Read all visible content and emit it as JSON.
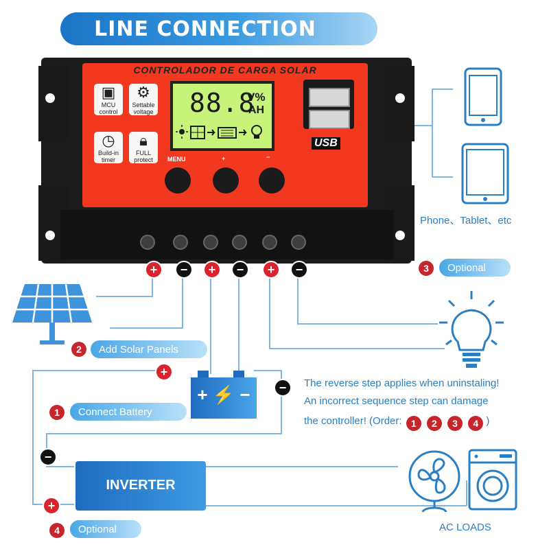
{
  "title": "LINE CONNECTION",
  "controller": {
    "brand": "CONTROLADOR DE CARGA SOLAR",
    "lcd_digits": "88.8",
    "lcd_unit_top": "V%",
    "lcd_unit_bottom": "AH",
    "usb_label": "USB",
    "features": [
      {
        "icon": "chip-icon",
        "label_line1": "MCU",
        "label_line2": "control"
      },
      {
        "icon": "gear-icon",
        "label_line1": "Settable",
        "label_line2": "voltage"
      },
      {
        "icon": "clock-icon",
        "label_line1": "Build-in",
        "label_line2": "timer"
      },
      {
        "icon": "lock-icon",
        "label_line1": "FULL",
        "label_line2": "protect"
      }
    ],
    "buttons": [
      {
        "label": "MENU"
      },
      {
        "label": "+"
      },
      {
        "label": "−"
      }
    ]
  },
  "devices_label": "Phone、Tablet、etc",
  "steps": [
    {
      "number": "1",
      "label": "Connect Battery"
    },
    {
      "number": "2",
      "label": "Add Solar Panels"
    },
    {
      "number": "3",
      "label": "Optional"
    },
    {
      "number": "4",
      "label": "Optional"
    }
  ],
  "warning": {
    "line1": "The reverse step applies when uninstaling!",
    "line2": "An incorrect sequence step can damage",
    "line3": "the controller! (Order:",
    "order": [
      "1",
      "2",
      "3",
      "4"
    ],
    "closing": ")"
  },
  "battery_symbol": "+ ⚡ −",
  "inverter_label": "INVERTER",
  "ac_loads_label": "AC LOADS",
  "colors": {
    "brand_blue": "#2a7fc3",
    "controller_red": "#f2391f",
    "positive_red": "#d9232d",
    "lcd_green": "#c8f37a"
  }
}
